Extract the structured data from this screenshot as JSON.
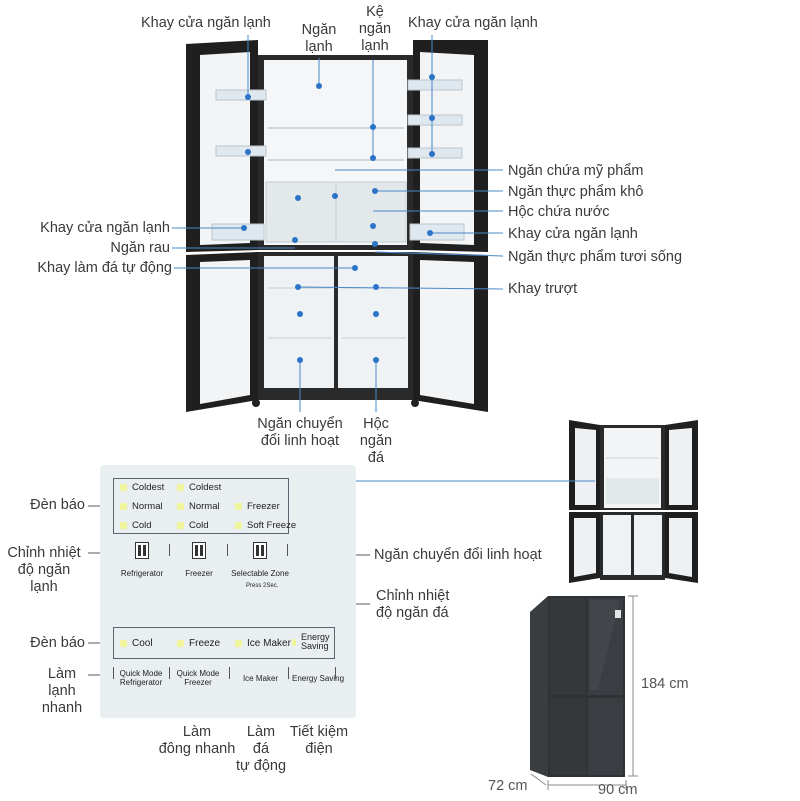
{
  "fridge_labels": {
    "door_tray_top_left": "Khay cửa ngăn lạnh",
    "fridge_compartment": [
      "Ngăn",
      "lạnh"
    ],
    "fridge_shelf": [
      "Kệ",
      "ngăn",
      "lạnh"
    ],
    "door_tray_top_right": "Khay cửa ngăn lạnh",
    "cosmetics": "Ngăn chứa mỹ phẩm",
    "dry_food": "Ngăn thực phẩm khô",
    "water_box": "Hộc chứa nước",
    "door_tray_left": "Khay cửa ngăn lạnh",
    "door_tray_right": "Khay cửa ngăn lạnh",
    "vegetable": "Ngăn rau",
    "ice_maker": "Khay làm đá tự động",
    "fresh_food": "Ngăn thực phẩm tươi sống",
    "sliding_tray": "Khay trượt",
    "flex_zone": [
      "Ngăn chuyển",
      "đổi linh hoạt"
    ],
    "ice_drawer": [
      "Hộc",
      "ngăn",
      "đá"
    ]
  },
  "panel_labels": {
    "indicator_1": "Đèn báo",
    "fridge_temp": [
      "Chỉnh nhiệt",
      "độ ngăn",
      "lạnh"
    ],
    "flex_zone_switch": "Ngăn chuyển đổi linh hoạt",
    "freezer_temp": [
      "Chỉnh nhiệt",
      "độ ngăn đá"
    ],
    "indicator_2": "Đèn báo",
    "quick_cool": [
      "Làm",
      "lạnh",
      "nhanh"
    ],
    "quick_freeze": [
      "Làm",
      "đông nhanh"
    ],
    "auto_ice": [
      "Làm",
      "đá",
      "tự động"
    ],
    "energy_save": [
      "Tiết kiệm",
      "điện"
    ]
  },
  "control_panel": {
    "col1": [
      "Coldest",
      "Normal",
      "Cold"
    ],
    "col2": [
      "Coldest",
      "Normal",
      "Cold"
    ],
    "col3": [
      "Freezer",
      "Soft Freeze"
    ],
    "buttons": [
      "Refrigerator",
      "Freezer",
      "Selectable Zone"
    ],
    "press_note": "Press 2Sec.",
    "modes": [
      "Cool",
      "Freeze",
      "Ice Maker",
      "Energy Saving"
    ],
    "mode_buttons": [
      "Quick Mode Refrigerator",
      "Quick Mode Freezer",
      "Ice Maker",
      "Energy Saving"
    ]
  },
  "dimensions": {
    "height": "184 cm",
    "depth": "72 cm",
    "width": "90 cm"
  }
}
